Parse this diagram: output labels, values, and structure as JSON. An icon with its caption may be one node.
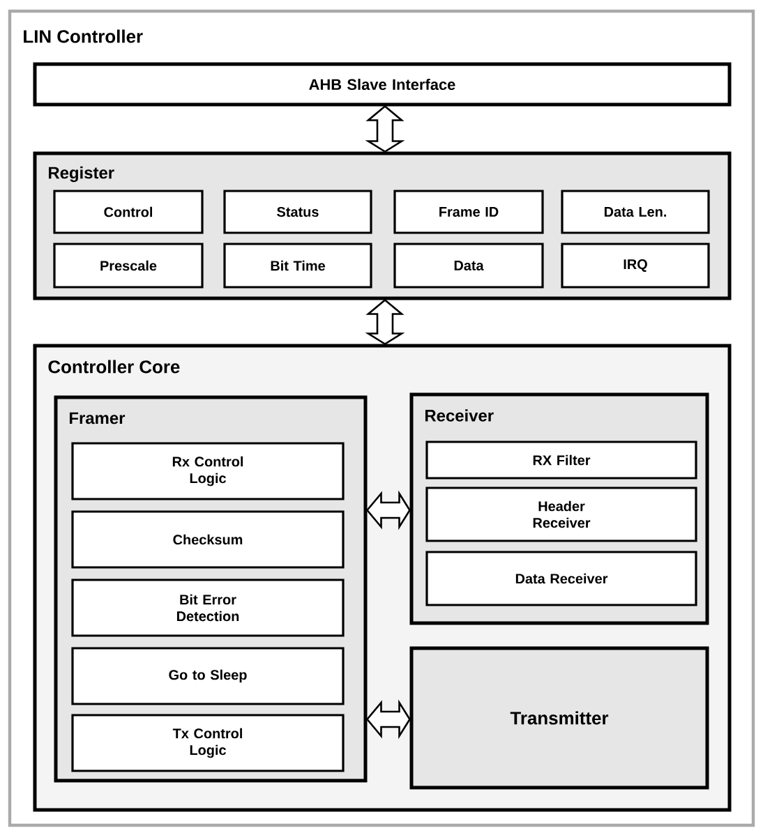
{
  "diagram": {
    "nodes": [
      {
        "text": [
          "LIN Controller"
        ]
      },
      {
        "text": [
          "AHB Slave Interface"
        ],
        "in": 0
      },
      {
        "text": [
          "Register"
        ],
        "in": 0
      },
      {
        "text": [
          "Control"
        ],
        "in": 2
      },
      {
        "text": [
          "Status"
        ],
        "in": 2
      },
      {
        "text": [
          "Frame ID"
        ],
        "in": 2
      },
      {
        "text": [
          "Data Len."
        ],
        "in": 2
      },
      {
        "text": [
          "Prescale"
        ],
        "in": 2
      },
      {
        "text": [
          "Bit Time"
        ],
        "in": 2
      },
      {
        "text": [
          "Data"
        ],
        "in": 2
      },
      {
        "text": [
          "IRQ"
        ],
        "in": 2
      },
      {
        "text": [
          "Controller Core"
        ],
        "in": 0
      },
      {
        "text": [
          "Framer"
        ],
        "in": 11
      },
      {
        "text": [
          "Rx Control Logic"
        ],
        "in": 12
      },
      {
        "text": [
          "Checksum"
        ],
        "in": 12
      },
      {
        "text": [
          "Bit Error Detection"
        ],
        "in": 12
      },
      {
        "text": [
          "Go to Sleep"
        ],
        "in": 12
      },
      {
        "text": [
          "Tx Control Logic"
        ],
        "in": 12
      },
      {
        "text": [
          "Receiver"
        ],
        "in": 11
      },
      {
        "text": [
          "RX Filter"
        ],
        "in": 18
      },
      {
        "text": [
          "Header Receiver"
        ],
        "in": 18
      },
      {
        "text": [
          "Data Receiver"
        ],
        "in": 18
      },
      {
        "text": [
          "Transmitter"
        ],
        "in": 11
      }
    ],
    "edges": [
      {
        "from": 1,
        "to": 2,
        "arrow": "both"
      },
      {
        "from": 2,
        "to": 11,
        "arrow": "both"
      },
      {
        "from": 12,
        "to": 18,
        "arrow": "both"
      },
      {
        "from": 12,
        "to": 22,
        "arrow": "both"
      }
    ]
  }
}
